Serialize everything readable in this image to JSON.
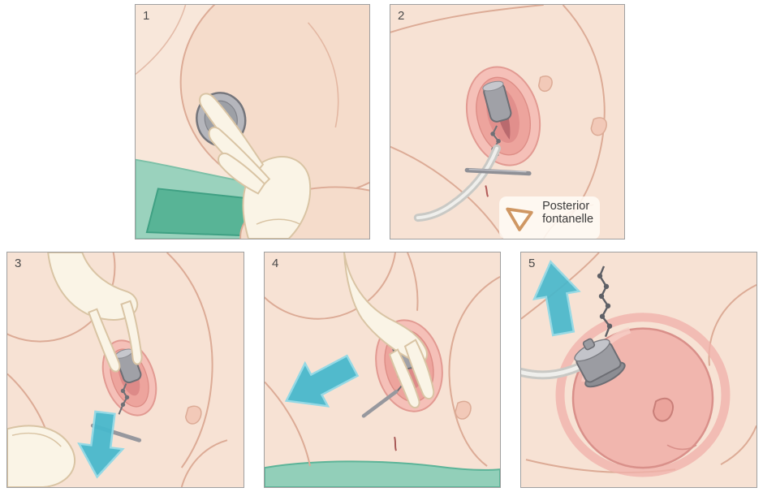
{
  "figure": {
    "panels": [
      {
        "number": "1"
      },
      {
        "number": "2",
        "annotation": "Posterior fontanelle"
      },
      {
        "number": "3"
      },
      {
        "number": "4"
      },
      {
        "number": "5"
      }
    ],
    "colors": {
      "skin": "#f7e2d4",
      "skin_line": "#dcab96",
      "tissue_pink": "#f5c0b8",
      "tissue_deep": "#dd8a88",
      "cup_gray": "#a0a1a7",
      "tube_gray": "#d6d6d2",
      "glove_cream": "#faf4e6",
      "drape_green": "#9ad2bd",
      "drape_green_dark": "#58b496",
      "arrow_teal": "#49b8cc",
      "panel_border": "#9f9f9f",
      "label_text": "#3a3a3a",
      "marker_outline": "#cf9763"
    }
  }
}
